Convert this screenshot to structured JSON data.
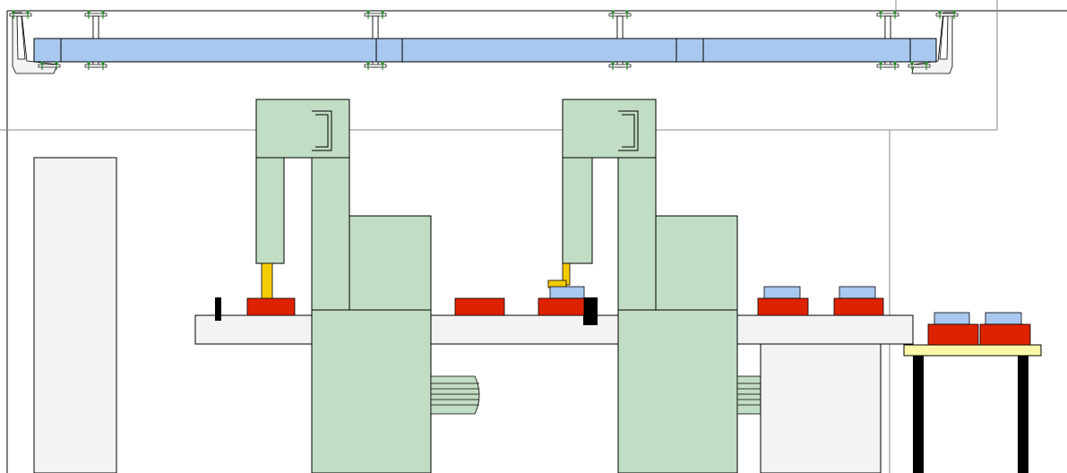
{
  "diagram": {
    "description_visible_text": "",
    "colors": {
      "background": "#ffffff",
      "beam": "#a9c8ef",
      "machine": "#c1ddc3",
      "conveyor": "#f3f3f3",
      "workpiece": "#dd2200",
      "tray": "#a9c8ef",
      "gripper": "#f5cc00",
      "table_top": "#fff7a8",
      "table_leg": "#000000",
      "bracket": "#f3f3f3",
      "clamp": "#2b8a2b",
      "guide_line": "#888888"
    },
    "components": {
      "overhead_beam": "overhead-rail-beam",
      "machines": [
        "machine-1",
        "machine-2"
      ],
      "conveyor": "conveyor-belt",
      "output_table": "output-table",
      "side_cabinet": "side-cabinet"
    }
  }
}
